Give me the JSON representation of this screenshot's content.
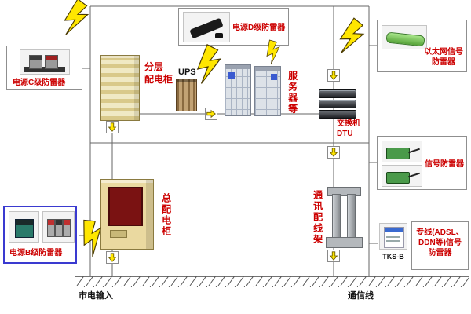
{
  "labels": {
    "power_d": "电源D级防雷器",
    "power_c": "电源C级防雷器",
    "power_b": "电源B级防雷器",
    "ethernet1": "以太网信号",
    "ethernet2": "防雷器",
    "signal": "信号防雷器",
    "adsl1": "专线(ADSL、",
    "adsl2": "DDN等)信号",
    "adsl3": "防雷器",
    "tksb": "TKS-B",
    "dist1": "分层",
    "dist2": "配电柜",
    "ups": "UPS",
    "servers": "服务器等",
    "switch1": "交换机",
    "switch2": "DTU",
    "main_cabinet": "总配电柜",
    "comm_frame": "通讯配线架",
    "mains_input": "市电输入",
    "comm_line": "通信线"
  },
  "icons": {
    "lightning": "lightning-bolt",
    "down_arrow": "down-arrow",
    "right_arrow": "right-arrow"
  },
  "colors": {
    "label_red": "#cc0000",
    "bolt_yellow": "#ffe600",
    "cabinet_beige": "#ead9a0",
    "panel_dark_red": "#7a1212",
    "b_box_border": "#3a3ad0"
  }
}
